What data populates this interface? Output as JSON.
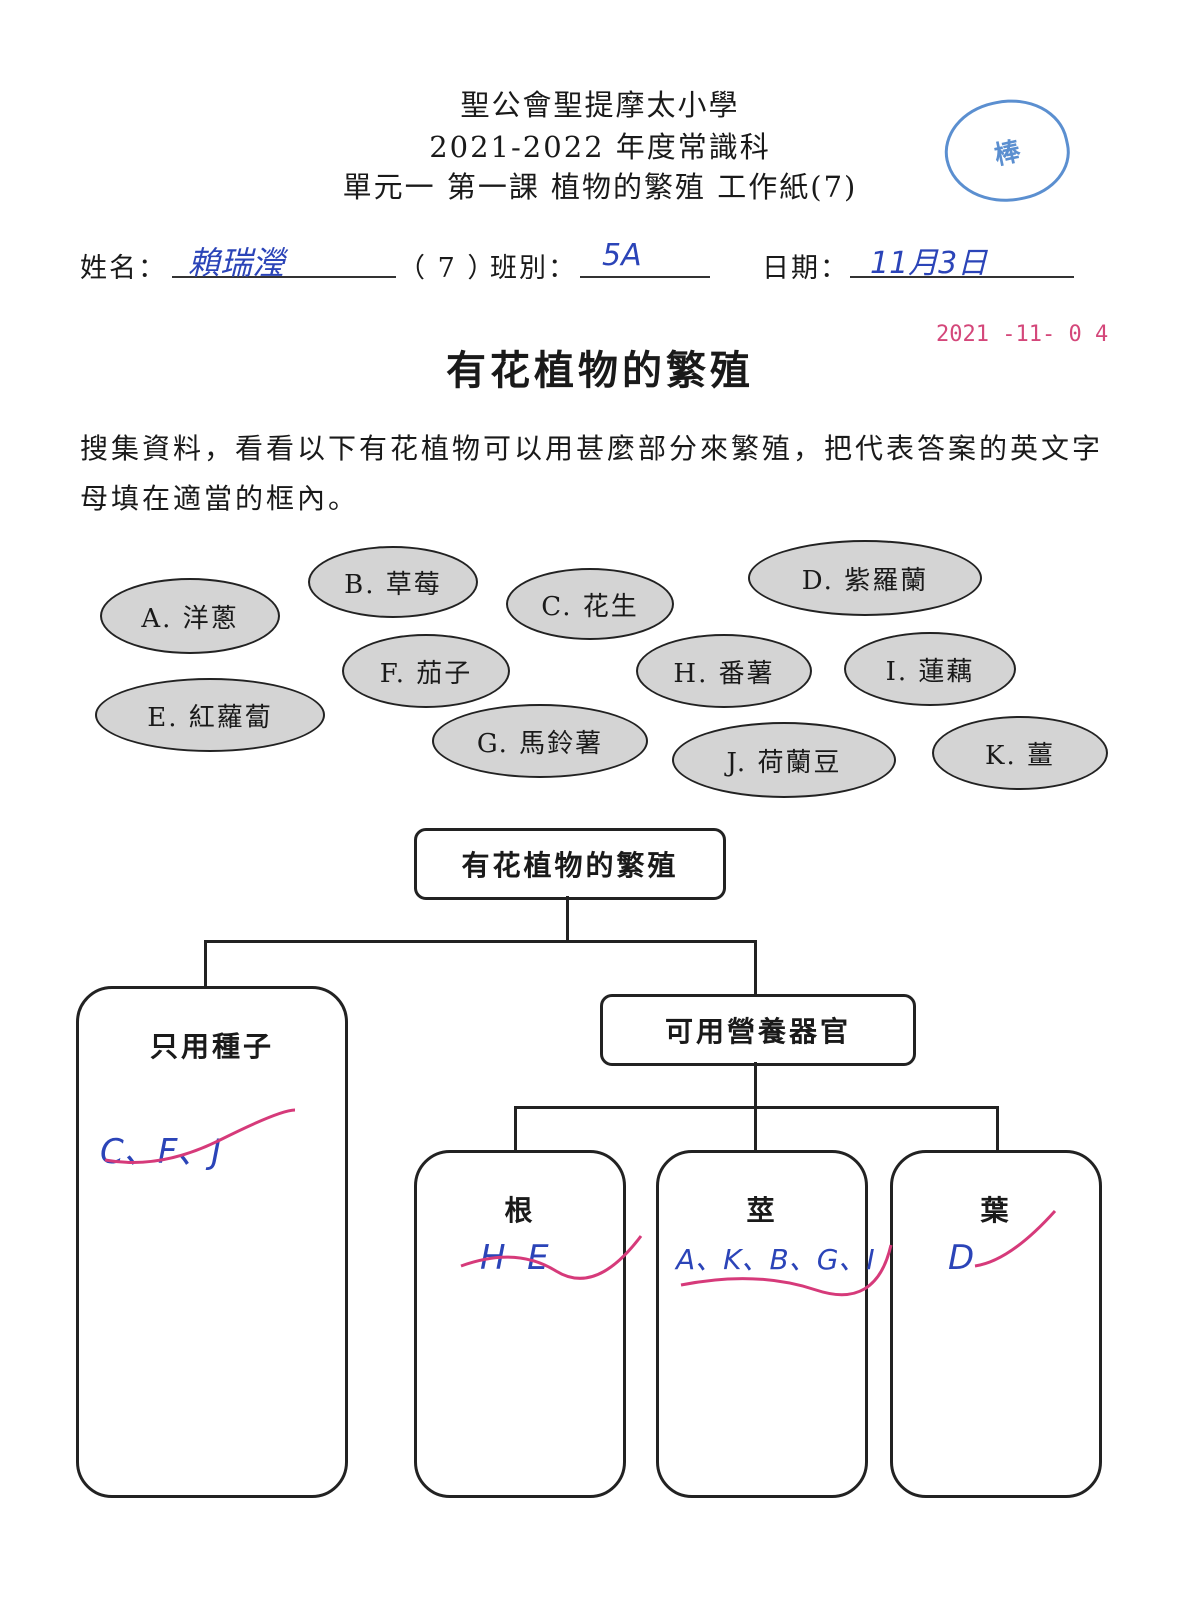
{
  "header": {
    "school": "聖公會聖提摩太小學",
    "year_subject": "2021-2022 年度常識科",
    "unit": "單元一 第一課 植物的繁殖 工作紙(7)"
  },
  "student": {
    "name_label": "姓名：",
    "name_value": "賴瑞瀅",
    "number": "（ 7 ）",
    "class_label": "班別：",
    "class_value": "5A",
    "date_label": "日期：",
    "date_value": "11月3日"
  },
  "stamp": {
    "text": "棒",
    "date": "2021 -11- 0 4"
  },
  "title": "有花植物的繁殖",
  "instruction": "搜集資料，看看以下有花植物可以用甚麼部分來繁殖，把代表答案的英文字母填在適當的框內。",
  "plants": [
    "A. 洋蔥",
    "B. 草莓",
    "C. 花生",
    "D. 紫羅蘭",
    "E. 紅蘿蔔",
    "F. 茄子",
    "G. 馬鈴薯",
    "H. 番薯",
    "I. 蓮藕",
    "J. 荷蘭豆",
    "K. 薑"
  ],
  "diagram": {
    "root": "有花植物的繁殖",
    "seeds_only": {
      "label": "只用種子",
      "answer": "C、F、J"
    },
    "vegetative": {
      "label": "可用營養器官",
      "root_box": {
        "label": "根",
        "answer": "H  E"
      },
      "stem_box": {
        "label": "莖",
        "answer": "A、K、B、G、I"
      },
      "leaf_box": {
        "label": "葉",
        "answer": "D"
      }
    }
  }
}
